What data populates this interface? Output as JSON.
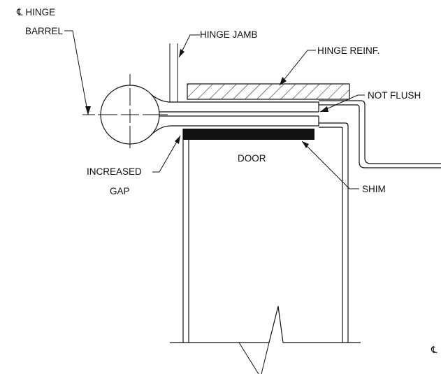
{
  "labels": {
    "hinge_barrel_line1": "℄ HINGE",
    "hinge_barrel_line2": "BARREL",
    "hinge_jamb": "HINGE JAMB",
    "hinge_reinf": "HINGE REINF.",
    "not_flush": "NOT FLUSH",
    "door": "DOOR",
    "increased_gap_line1": "INCREASED",
    "increased_gap_line2": "GAP",
    "shim": "SHIM",
    "centerline_symbol": "℄"
  }
}
